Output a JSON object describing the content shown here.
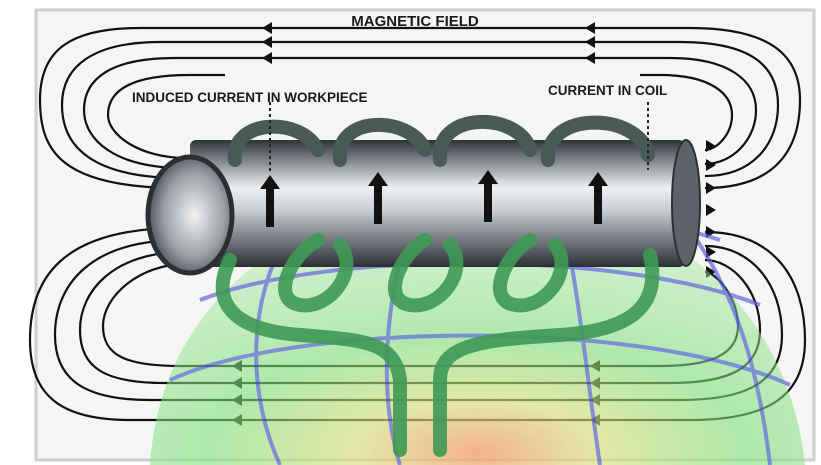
{
  "figure": {
    "title": "MAGNETIC FIELD",
    "labels": {
      "induced_current": "INDUCED CURRENT IN WORKPIECE",
      "coil_current": "CURRENT IN COIL"
    }
  },
  "colors": {
    "paper": "#f3f3f3",
    "field_line": "#111111",
    "workpiece_dark": "#3a3f44",
    "workpiece_light": "#e6e8ea",
    "coil": "#4a5a56",
    "watermark_green": "#6fd36b",
    "watermark_blue": "#5a63d8",
    "watermark_orange": "#f0a15a"
  },
  "icons": [
    "field-arrow-icon",
    "current-arrow-icon"
  ]
}
